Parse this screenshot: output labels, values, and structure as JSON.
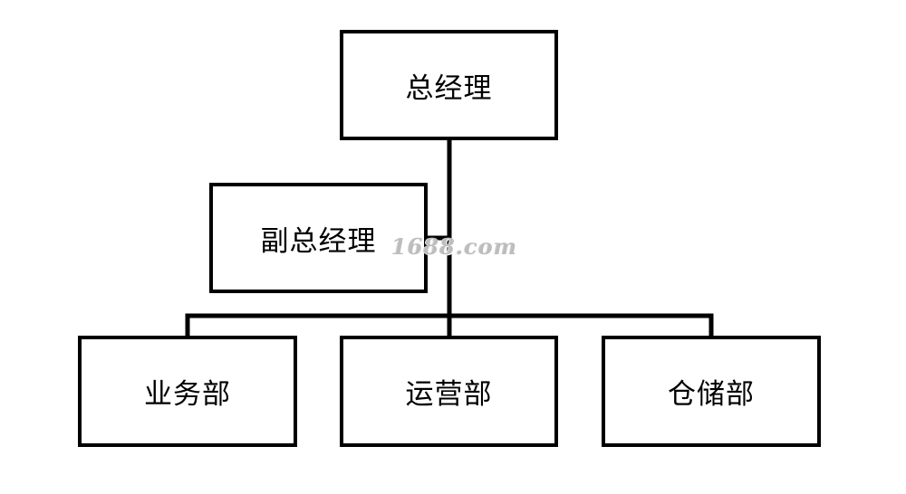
{
  "org_chart": {
    "nodes": {
      "ceo": "总经理",
      "deputy": "副总经理",
      "sales": "业务部",
      "operations": "运营部",
      "storage": "仓储部"
    },
    "watermark": "1688.com"
  },
  "colors": {
    "line": "#000000",
    "box_border": "#000000",
    "box_fill": "#ffffff",
    "watermark": "#bdbdbd"
  }
}
